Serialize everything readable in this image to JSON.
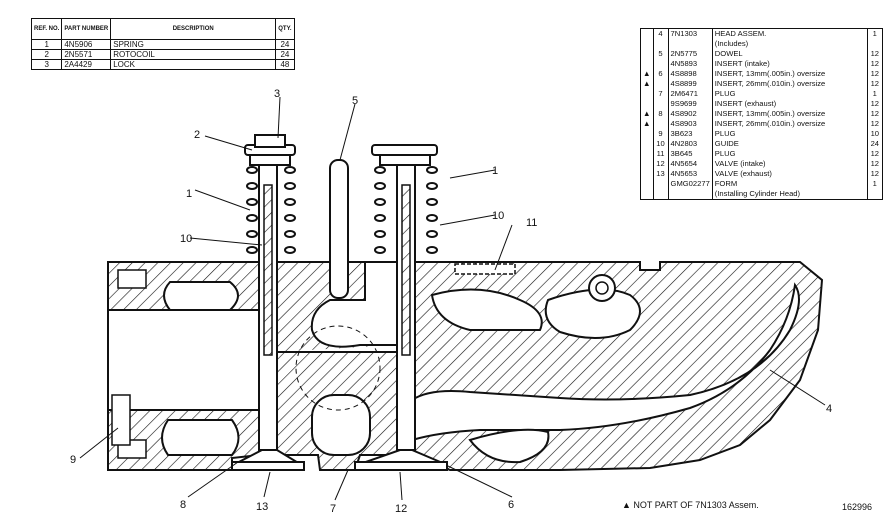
{
  "small_table": {
    "headers": [
      "REF. NO.",
      "PART NUMBER",
      "DESCRIPTION",
      "QTY."
    ],
    "rows": [
      {
        "ref": "1",
        "part": "4N5906",
        "desc": "SPRING",
        "qty": "24"
      },
      {
        "ref": "2",
        "part": "2N5571",
        "desc": "ROTOCOIL",
        "qty": "24"
      },
      {
        "ref": "3",
        "part": "2A4429",
        "desc": "LOCK",
        "qty": "48"
      }
    ]
  },
  "big_table": {
    "rows": [
      {
        "mark": "",
        "ref": "4",
        "part": "7N1303",
        "desc": "HEAD ASSEM.",
        "qty": "1"
      },
      {
        "mark": "",
        "ref": "",
        "part": "",
        "desc": "(Includes)",
        "qty": ""
      },
      {
        "mark": "",
        "ref": "5",
        "part": "2N5775",
        "desc": "DOWEL",
        "qty": "12"
      },
      {
        "mark": "",
        "ref": "",
        "part": "4N5893",
        "desc": "INSERT (intake)",
        "qty": "12"
      },
      {
        "mark": "▲",
        "ref": "6",
        "part": "4S8898",
        "desc": "INSERT, 13mm(.005in.) oversize",
        "qty": "12"
      },
      {
        "mark": "▲",
        "ref": "",
        "part": "4S8899",
        "desc": "INSERT, 26mm(.010in.) oversize",
        "qty": "12"
      },
      {
        "mark": "",
        "ref": "7",
        "part": "2M6471",
        "desc": "PLUG",
        "qty": "1"
      },
      {
        "mark": "",
        "ref": "",
        "part": "9S9699",
        "desc": "INSERT (exhaust)",
        "qty": "12"
      },
      {
        "mark": "▲",
        "ref": "8",
        "part": "4S8902",
        "desc": "INSERT, 13mm(.005in.) oversize",
        "qty": "12"
      },
      {
        "mark": "▲",
        "ref": "",
        "part": "4S8903",
        "desc": "INSERT, 26mm(.010in.) oversize",
        "qty": "12"
      },
      {
        "mark": "",
        "ref": "9",
        "part": "3B623",
        "desc": "PLUG",
        "qty": "10"
      },
      {
        "mark": "",
        "ref": "10",
        "part": "4N2803",
        "desc": "GUIDE",
        "qty": "24"
      },
      {
        "mark": "",
        "ref": "11",
        "part": "3B645",
        "desc": "PLUG",
        "qty": "12"
      },
      {
        "mark": "",
        "ref": "12",
        "part": "4N5654",
        "desc": "VALVE (intake)",
        "qty": "12"
      },
      {
        "mark": "",
        "ref": "13",
        "part": "4N5653",
        "desc": "VALVE (exhaust)",
        "qty": "12"
      },
      {
        "mark": "",
        "ref": "",
        "part": "GMG02277",
        "desc": "FORM",
        "qty": "1"
      },
      {
        "mark": "",
        "ref": "",
        "part": "",
        "desc": "(Installing Cylinder Head)",
        "qty": ""
      }
    ]
  },
  "callouts": {
    "c1l": "1",
    "c1r": "1",
    "c2": "2",
    "c3": "3",
    "c4": "4",
    "c5": "5",
    "c6": "6",
    "c7": "7",
    "c8": "8",
    "c9": "9",
    "c10l": "10",
    "c10r": "10",
    "c11": "11",
    "c12": "12",
    "c13": "13"
  },
  "footnote": "▲ NOT PART OF 7N1303 Assem.",
  "figure_number": "162996"
}
